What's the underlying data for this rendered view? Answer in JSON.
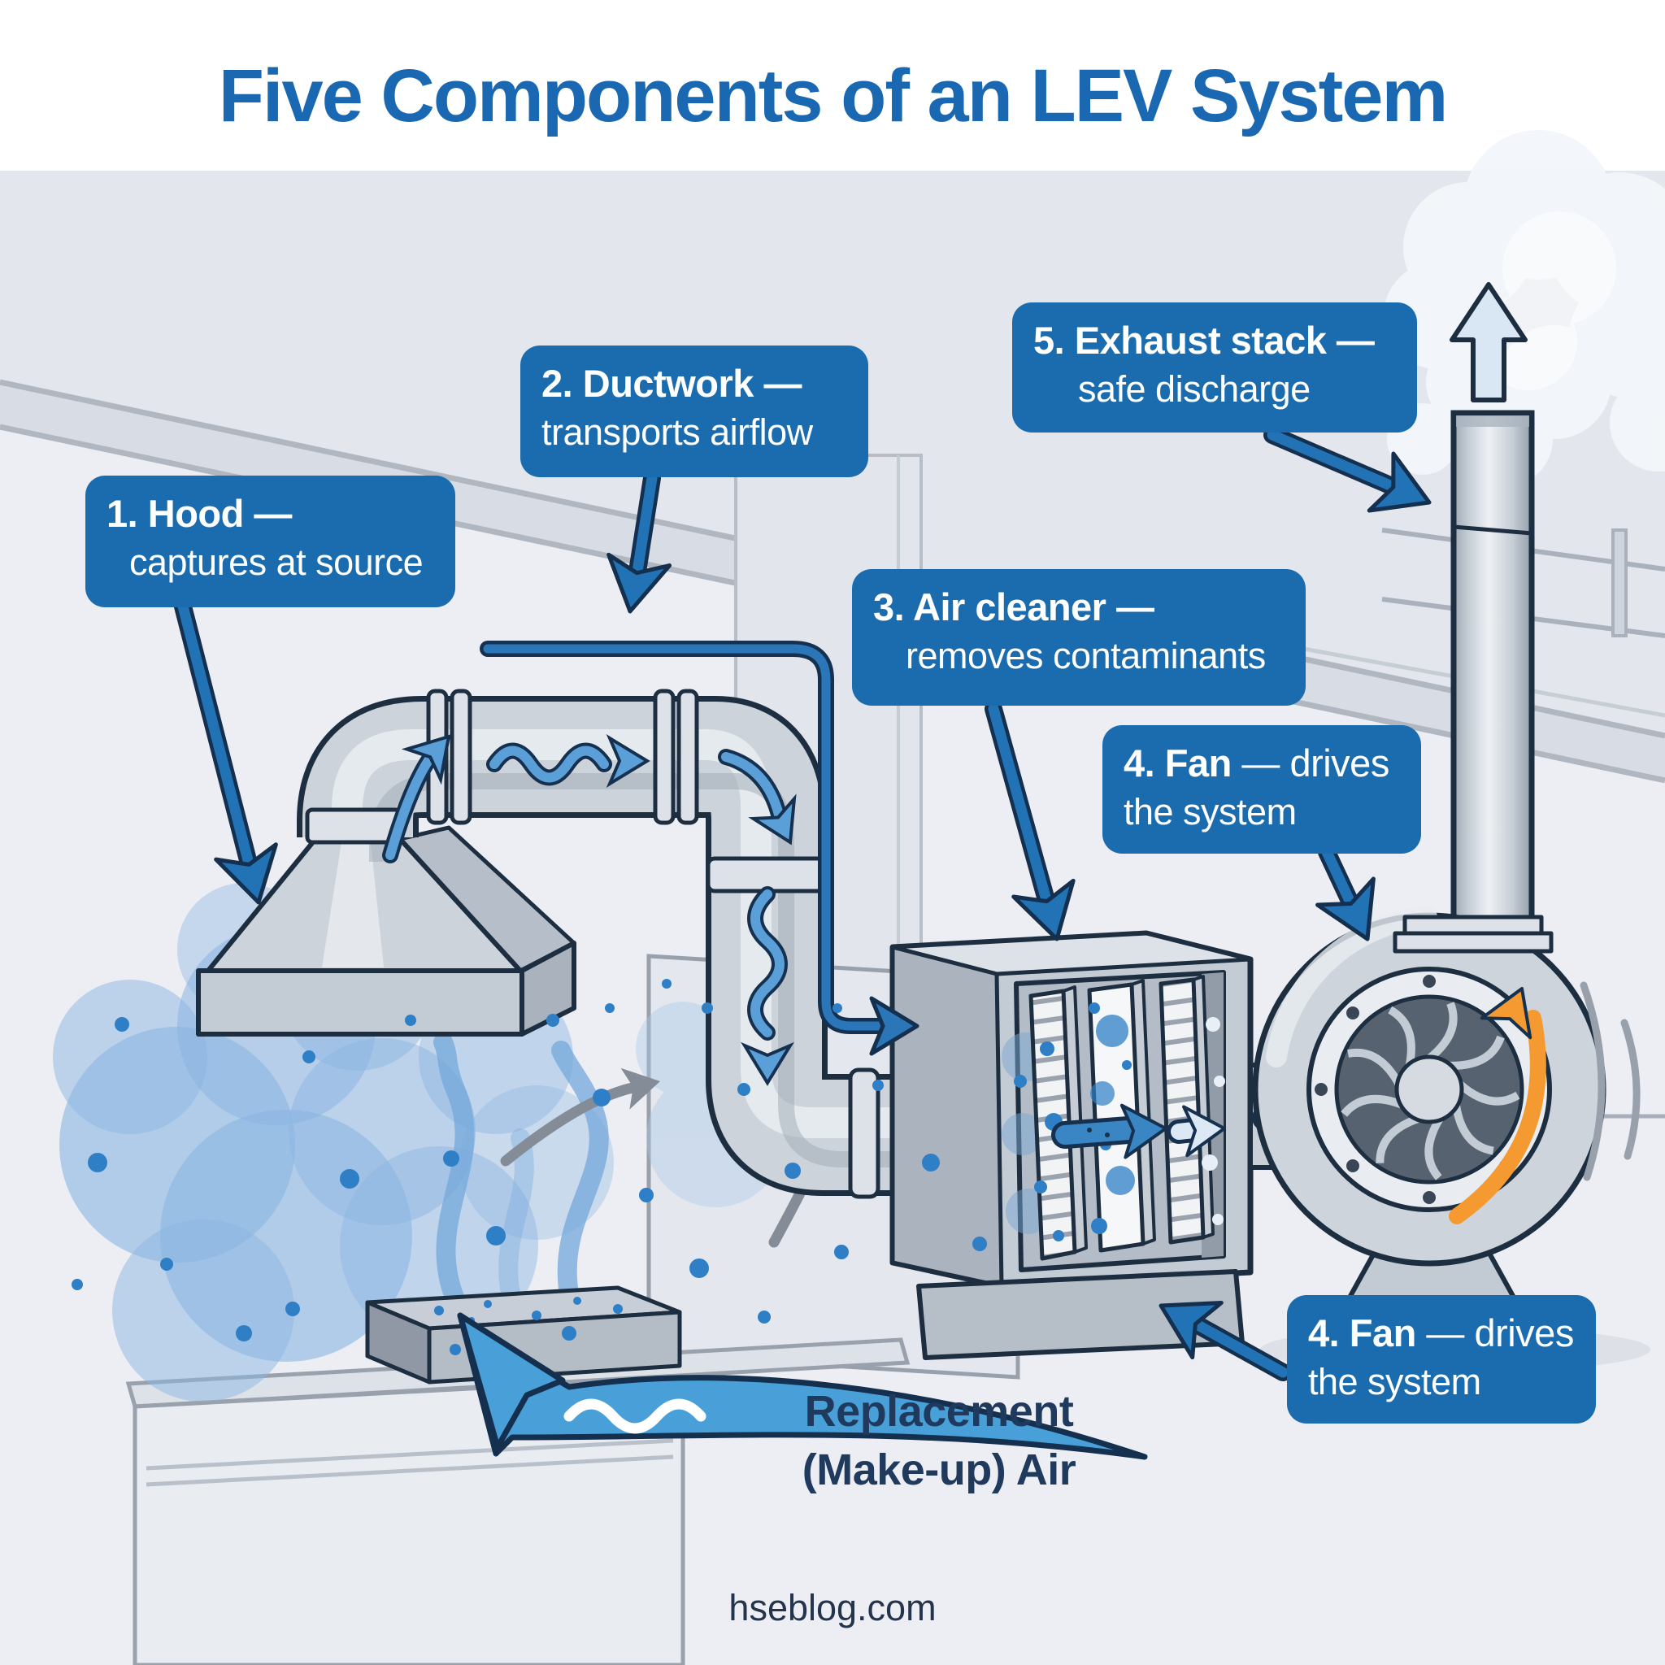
{
  "title": "Five Components of an LEV System",
  "labels": {
    "hood": {
      "line1_bold": "1. Hood —",
      "line2": "captures at source"
    },
    "ductwork": {
      "line1_bold": "2. Ductwork —",
      "line2": "transports airflow"
    },
    "air_cleaner": {
      "line1_bold": "3. Air cleaner —",
      "line2": "removes contaminants"
    },
    "fan_upper": {
      "line1_bold": "4. Fan",
      "line1_rest": " — drives",
      "line2": "the system"
    },
    "exhaust_stack": {
      "line1_bold": "5. Exhaust stack —",
      "line2": "safe discharge"
    },
    "fan_lower": {
      "line1_bold": "4. Fan",
      "line1_rest": " — drives",
      "line2": "the system"
    }
  },
  "annotations": {
    "makeup_air_line1": "Replacement",
    "makeup_air_line2": "(Make-up) Air"
  },
  "footer": "hseblog.com",
  "icons": [
    "leader-arrow",
    "airflow-wavy-arrow",
    "suction-arrow",
    "orange-flow-arrow",
    "discharge-up-arrow",
    "makeup-air-arrow",
    "smoke-cloud",
    "contaminant-dots"
  ],
  "colors": {
    "label_bg": "#1b6cae",
    "title": "#1a68b2",
    "leader_blue": "#2273b6",
    "flow_blue": "#5b9fd8",
    "makeup_blue": "#49a0d9",
    "orange": "#f49a31",
    "dark_outline": "#1d2e40",
    "metal_gray": "#ccd3db",
    "text_dark": "#1f3a5c",
    "background": "#eceef3"
  }
}
